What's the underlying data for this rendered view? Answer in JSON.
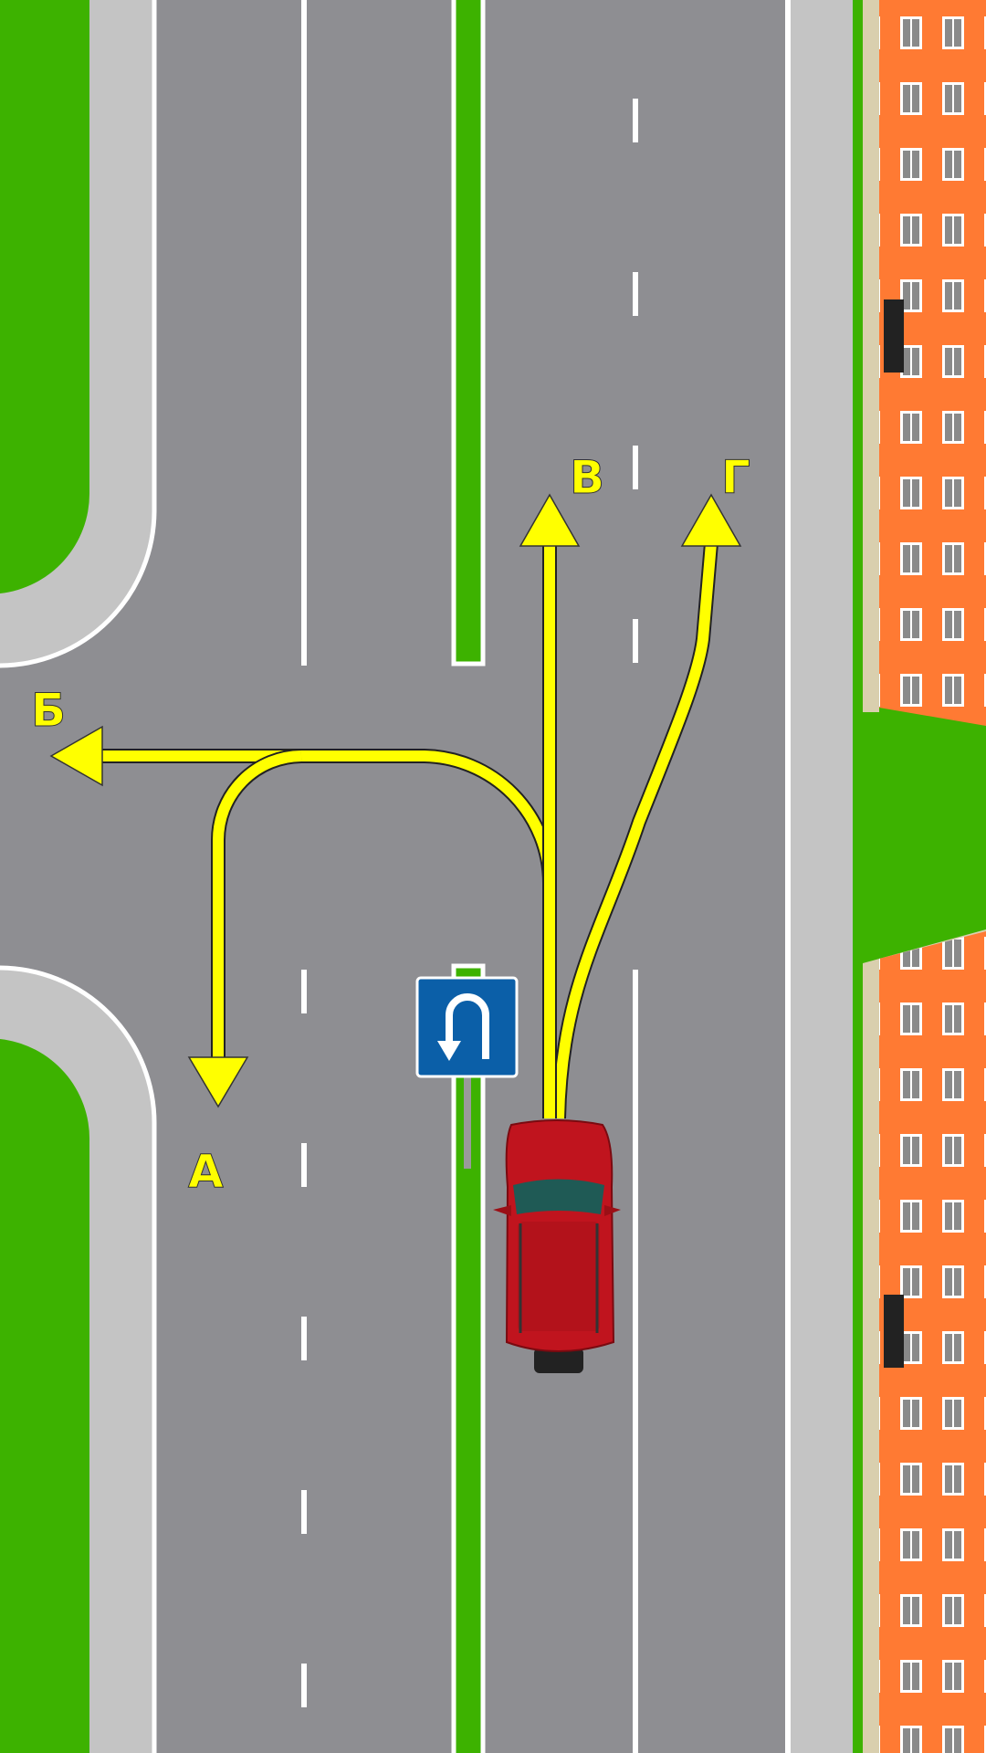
{
  "labels": {
    "a": "А",
    "b": "Б",
    "v": "В",
    "g": "Г"
  },
  "sign": {
    "icon": "u-turn-sign-icon"
  },
  "colors": {
    "road": "#8e8e92",
    "grass": "#3db200",
    "sidewalk": "#c4c4c4",
    "arrow": "#ffff00",
    "building": "#ff7a33",
    "sign": "#0b5fa8",
    "car": "#c0141e"
  }
}
